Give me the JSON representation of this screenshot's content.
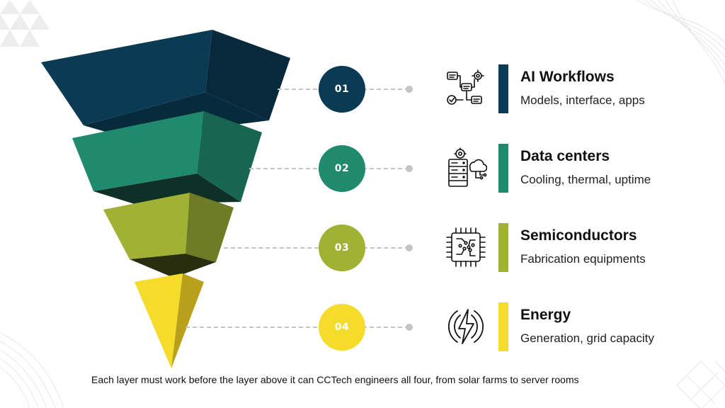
{
  "layers": [
    {
      "number": "01",
      "title": "AI Workflows",
      "subtitle": "Models, interface, apps",
      "color": "#0b3a55",
      "icon": "workflow-icon"
    },
    {
      "number": "02",
      "title": "Data centers",
      "subtitle": "Cooling, thermal, uptime",
      "color": "#1f8a6e",
      "icon": "server-cloud-icon"
    },
    {
      "number": "03",
      "title": "Semiconductors",
      "subtitle": "Fabrication equipments",
      "color": "#a0b134",
      "icon": "chip-icon"
    },
    {
      "number": "04",
      "title": "Energy",
      "subtitle": "Generation, grid capacity",
      "color": "#f5db2a",
      "icon": "lightning-icon"
    }
  ],
  "footer": "Each layer must work before the layer above it can CCTech engineers all four, from solar farms to server rooms"
}
